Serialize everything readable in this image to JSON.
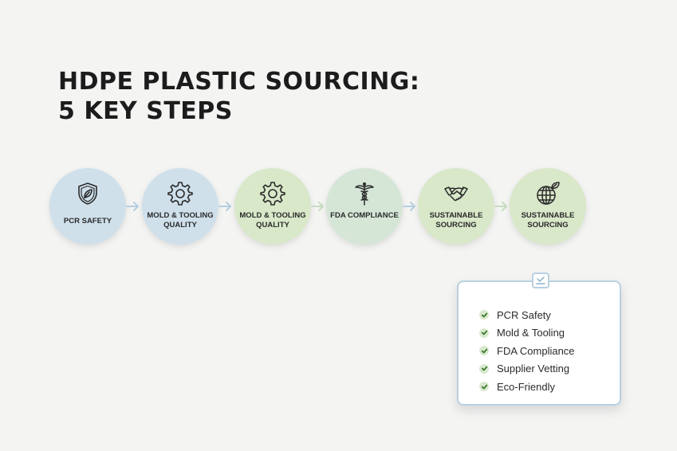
{
  "title": {
    "line1": "HDPE PLASTIC SOURCING:",
    "line2": "5 KEY STEPS"
  },
  "steps": [
    {
      "label": "PCR SAFETY",
      "icon": "shield-leaf-icon",
      "fill": "#cfe0eb"
    },
    {
      "label": "MOLD & TOOLING QUALITY",
      "icon": "gear-icon",
      "fill": "#cfe0eb"
    },
    {
      "label": "MOLD & TOOLING QUALITY",
      "icon": "gear-icon",
      "fill": "#d8e8c9"
    },
    {
      "label": "FDA COMPLIANCE",
      "icon": "caduceus-icon",
      "fill": "#d5e6d6"
    },
    {
      "label": "SUSTAINABLE SOURCING",
      "icon": "handshake-icon",
      "fill": "#d8e8c9"
    },
    {
      "label": "SUSTAINABLE SOURCING",
      "icon": "globe-leaf-icon",
      "fill": "#d8e8c9"
    }
  ],
  "checklist": {
    "icon": "clipboard-check-icon",
    "items": [
      "PCR Safety",
      "Mold & Tooling",
      "FDA Compliance",
      "Supplier Vetting",
      "Eco-Friendly"
    ]
  },
  "colors": {
    "background": "#f4f4f3",
    "blue_circle": "#cfe0eb",
    "green_circle": "#d8e8c9",
    "arrow": "#b5cfe0",
    "check_green": "#3f7a2e",
    "card_border": "#b9d0e0"
  }
}
